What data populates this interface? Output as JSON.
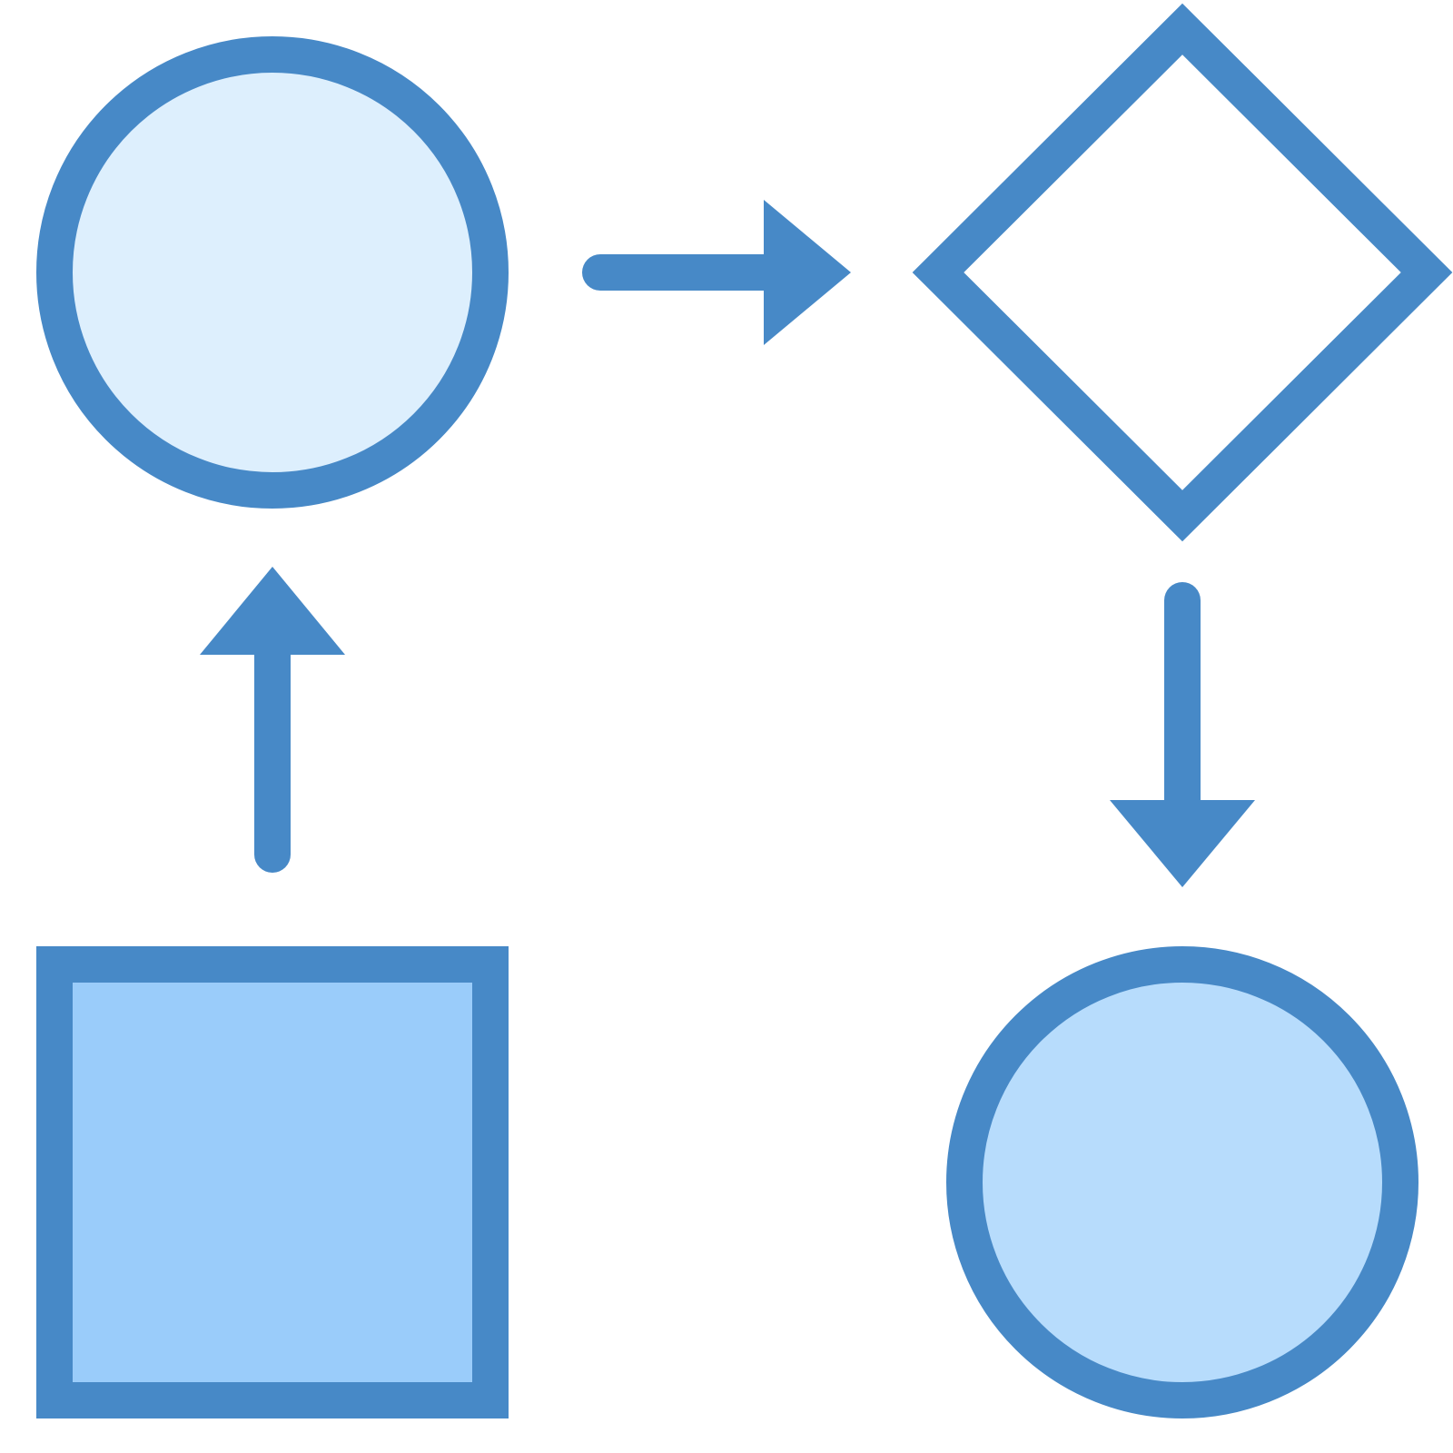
{
  "colors": {
    "stroke": "#4789C7",
    "background": "#FFFFFF",
    "start_circle_fill": "#DDEFFD",
    "decision_diamond_fill": "#FFFFFF",
    "process_square_fill": "#9ACCFA",
    "end_circle_fill": "#B7DCFC"
  },
  "shapes": [
    {
      "name": "start-circle",
      "kind": "circle",
      "fill_key": "start_circle_fill"
    },
    {
      "name": "decision-diamond",
      "kind": "diamond",
      "fill_key": "decision_diamond_fill"
    },
    {
      "name": "end-circle",
      "kind": "circle",
      "fill_key": "end_circle_fill"
    },
    {
      "name": "process-square",
      "kind": "square",
      "fill_key": "process_square_fill"
    }
  ],
  "connectors": [
    {
      "name": "arrow-right",
      "from": "start-circle",
      "to": "decision-diamond",
      "direction": "right"
    },
    {
      "name": "arrow-down",
      "from": "decision-diamond",
      "to": "end-circle",
      "direction": "down"
    },
    {
      "name": "arrow-up",
      "from": "process-square",
      "to": "start-circle",
      "direction": "up"
    }
  ]
}
